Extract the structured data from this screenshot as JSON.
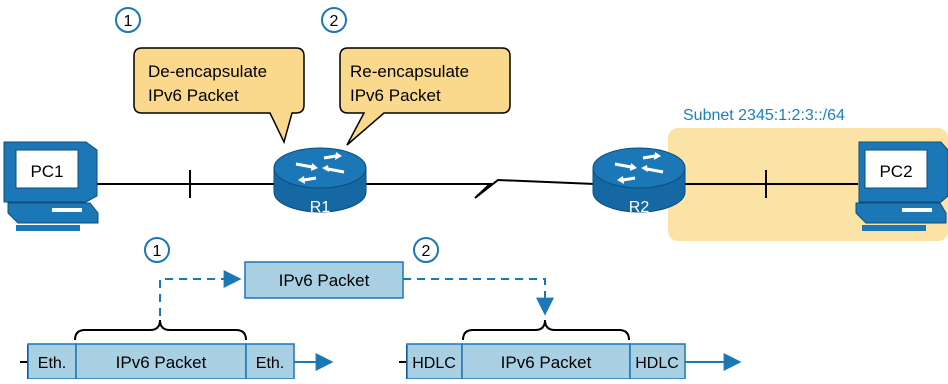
{
  "steps": {
    "one": "1",
    "two": "2"
  },
  "callouts": {
    "deencap_line1": "De-encapsulate",
    "deencap_line2": "IPv6 Packet",
    "reencap_line1": "Re-encapsulate",
    "reencap_line2": "IPv6 Packet"
  },
  "subnet_label": "Subnet 2345:1:2:3::/64",
  "devices": {
    "pc1": "PC1",
    "pc2": "PC2",
    "r1": "R1",
    "r2": "R2"
  },
  "packet_flow": {
    "middle_packet": "IPv6 Packet",
    "left_frame": {
      "header": "Eth.",
      "payload": "IPv6 Packet",
      "trailer": "Eth."
    },
    "right_frame": {
      "header": "HDLC",
      "payload": "IPv6 Packet",
      "trailer": "HDLC"
    }
  },
  "colors": {
    "callout_fill": "#fbd98c",
    "subnet_fill": "#fbe3a6",
    "subnet_text": "#1a7fc0",
    "packet_fill": "#a9cfe3",
    "router_fill": "#1c77b7",
    "pc_fill": "#1c77b7",
    "arrow": "#1c77b7"
  },
  "icons": {
    "router": "router-icon",
    "pc": "pc-icon"
  }
}
